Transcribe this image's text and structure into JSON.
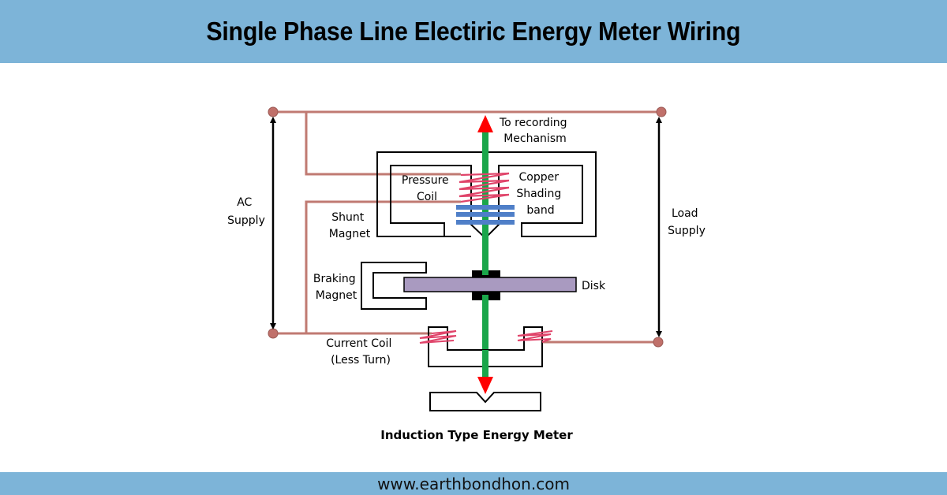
{
  "header": {
    "title": "Single Phase Line Electiric Energy Meter Wiring"
  },
  "footer": {
    "website": "www.earthbondhon.com"
  },
  "diagram": {
    "caption": "Induction Type Energy Meter",
    "labels": {
      "ac_supply": [
        "AC",
        "Supply"
      ],
      "load_supply": [
        "Load",
        "Supply"
      ],
      "recording": [
        "To recording",
        "Mechanism"
      ],
      "pressure_coil": [
        "Pressure",
        "Coil"
      ],
      "copper_band": [
        "Copper",
        "Shading",
        "band"
      ],
      "shunt_magnet": [
        "Shunt",
        "Magnet"
      ],
      "braking_magnet": [
        "Braking",
        "Magnet"
      ],
      "disk": "Disk",
      "current_coil": [
        "Current Coil",
        "(Less Turn)"
      ]
    },
    "colors": {
      "wire": "#c07a72",
      "terminal": "#c0706a",
      "shaft": "#1aa64a",
      "arrow": "#ff0000",
      "coil": "#e0446a",
      "shading_band": "#4f7fc8",
      "disk": "#a99ac0",
      "header_bg": "#7db4d8"
    }
  }
}
